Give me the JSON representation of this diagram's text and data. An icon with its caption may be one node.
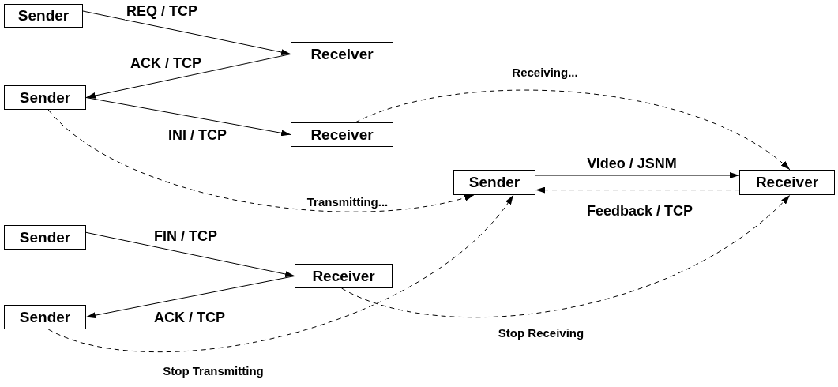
{
  "diagram": {
    "nodes": [
      {
        "text": [
          "Sender"
        ]
      },
      {
        "text": [
          "Receiver"
        ]
      },
      {
        "text": [
          "Sender"
        ]
      },
      {
        "text": [
          "Receiver"
        ]
      },
      {
        "text": [
          "Sender"
        ]
      },
      {
        "text": [
          "Receiver"
        ]
      },
      {
        "text": [
          "Sender"
        ]
      },
      {
        "text": [
          "Receiver"
        ]
      },
      {
        "text": [
          "Sender"
        ]
      }
    ],
    "edges": [
      {
        "from": 0,
        "to": 1,
        "arrow": "to",
        "label": "REQ / TCP"
      },
      {
        "from": 1,
        "to": 2,
        "arrow": "to",
        "label": "ACK / TCP"
      },
      {
        "from": 2,
        "to": 3,
        "arrow": "to",
        "label": "INI / TCP"
      },
      {
        "from": 4,
        "to": 5,
        "arrow": "to",
        "label": "Video / JSNM"
      },
      {
        "from": 5,
        "to": 4,
        "arrow": "to",
        "label": "Feedback / TCP",
        "style": "dashed"
      },
      {
        "from": 3,
        "to": 5,
        "arrow": "to",
        "label": "Receiving...",
        "style": "dashed"
      },
      {
        "from": 2,
        "to": 4,
        "arrow": "to",
        "label": "Transmitting...",
        "style": "dashed"
      },
      {
        "from": 6,
        "to": 7,
        "arrow": "to",
        "label": "FIN / TCP"
      },
      {
        "from": 7,
        "to": 8,
        "arrow": "to",
        "label": "ACK / TCP"
      },
      {
        "from": 7,
        "to": 5,
        "arrow": "to",
        "label": "Stop Receiving",
        "style": "dashed"
      },
      {
        "from": 8,
        "to": 4,
        "arrow": "to",
        "label": "Stop Transmitting",
        "style": "dashed"
      }
    ]
  }
}
